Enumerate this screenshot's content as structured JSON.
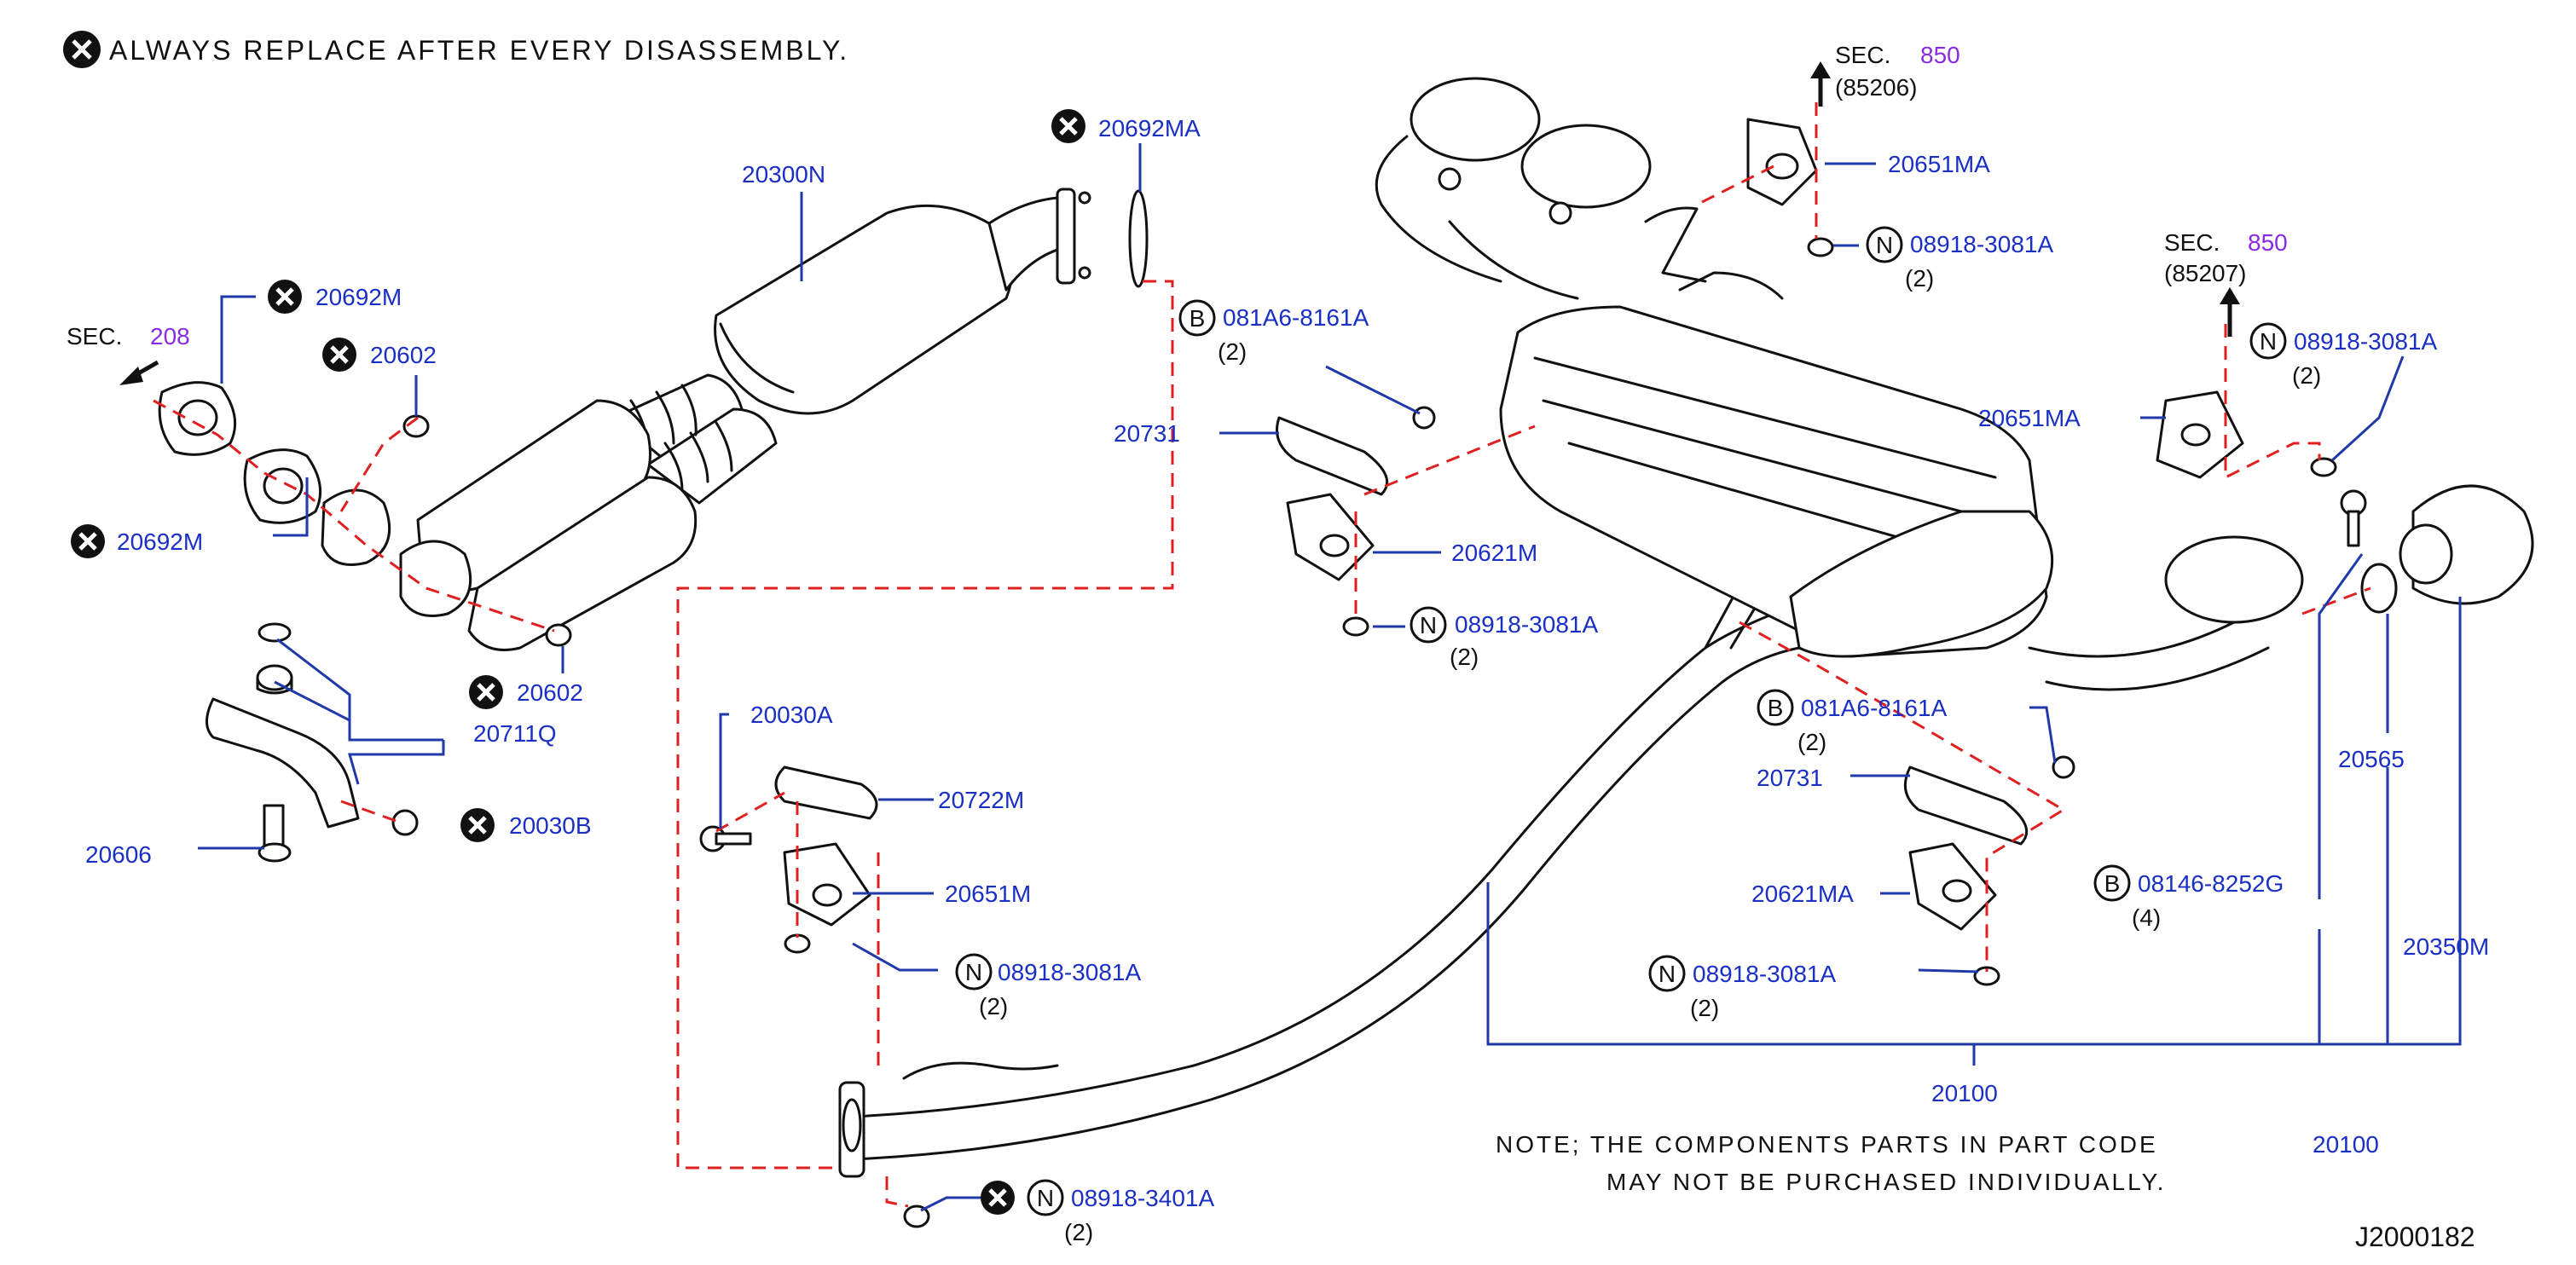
{
  "header": {
    "note": "ALWAYS REPLACE AFTER EVERY DISASSEMBLY."
  },
  "sections": {
    "sec208": {
      "prefix": "SEC.",
      "num": "208"
    },
    "sec850a": {
      "prefix": "SEC.",
      "num": "850",
      "ref": "(85206)"
    },
    "sec850b": {
      "prefix": "SEC.",
      "num": "850",
      "ref": "(85207)"
    }
  },
  "labels": {
    "p20300N": "20300N",
    "p20692MA": "20692MA",
    "p20692M_top": "20692M",
    "p20602_top": "20602",
    "p20692M_left": "20692M",
    "p20602_bottom": "20602",
    "p20711Q": "20711Q",
    "p20030B": "20030B",
    "p20606": "20606",
    "p20030A": "20030A",
    "p20722M": "20722M",
    "p20651M": "20651M",
    "p08918_a": "08918-3081A",
    "p08918_a_qty": "(2)",
    "p08918_3401A": "08918-3401A",
    "p08918_3401A_qty": "(2)",
    "p081A6_a": "081A6-8161A",
    "p081A6_a_qty": "(2)",
    "p20731_a": "20731",
    "p20621M": "20621M",
    "p08918_b": "08918-3081A",
    "p08918_b_qty": "(2)",
    "p20651MA_top": "20651MA",
    "p08918_c": "08918-3081A",
    "p08918_c_qty": "(2)",
    "p20651MA_right": "20651MA",
    "p08918_d": "08918-3081A",
    "p08918_d_qty": "(2)",
    "p081A6_b": "081A6-8161A",
    "p081A6_b_qty": "(2)",
    "p20731_b": "20731",
    "p20621MA": "20621MA",
    "p08918_e": "08918-3081A",
    "p08918_e_qty": "(2)",
    "p08146": "08146-8252G",
    "p08146_qty": "(4)",
    "p20565": "20565",
    "p20350M": "20350M",
    "p20100_a": "20100",
    "p20100_b": "20100"
  },
  "symbols": {
    "n": "N",
    "b": "B"
  },
  "footer": {
    "note_line1": "NOTE; THE COMPONENTS PARTS IN PART CODE",
    "note_line2": "MAY NOT BE PURCHASED INDIVIDUALLY.",
    "code": "J2000182"
  },
  "colors": {
    "part_number": "#1a2fc4",
    "section_number": "#8a2be2",
    "dashed_guide": "#e02020",
    "leader": "#1f3aa8"
  },
  "icons": {
    "replace": "x-circle-icon",
    "nut": "n-circle-icon",
    "bolt": "b-circle-icon"
  }
}
